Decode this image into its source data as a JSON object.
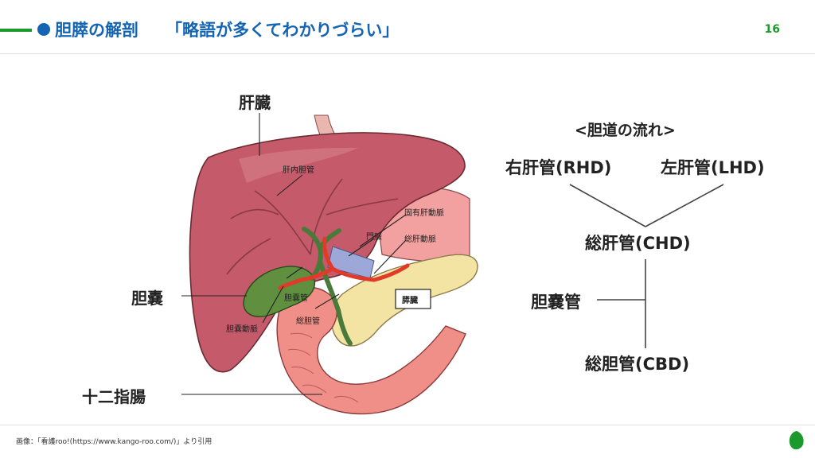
{
  "header": {
    "title": "胆膵の解剖",
    "subtitle": "「略語が多くてわかりづらい」",
    "page_number": "16"
  },
  "illustration": {
    "labels": {
      "liver": "肝臓",
      "gallbladder": "胆嚢",
      "duodenum": "十二指腸",
      "pancreas": "膵臓",
      "intrahepatic_duct": "肝内胆管",
      "proper_hepatic_artery": "固有肝動脈",
      "portal_vein": "門脈",
      "common_hepatic_artery": "総肝動脈",
      "cystic_duct": "胆嚢管",
      "common_bile_duct": "総胆管",
      "cystic_artery": "胆嚢動脈"
    }
  },
  "flow": {
    "title": "<胆道の流れ>",
    "rhd": "右肝管(RHD)",
    "lhd": "左肝管(LHD)",
    "chd": "総肝管(CHD)",
    "cystic_duct": "胆嚢管",
    "cbd": "総胆管(CBD)"
  },
  "footer": {
    "credit": "画像：「看護roo!(https://www.kango-roo.com/)」より引用"
  },
  "colors": {
    "title_blue": "#1464b4",
    "accent_green": "#1a9a2a",
    "liver": "#c45a6a",
    "duodenum": "#ef8f88",
    "pancreas": "#f4e4a4",
    "gallbladder": "#5f8f3f",
    "artery": "#e23a2a",
    "portal_vein": "#9ea8d8"
  }
}
